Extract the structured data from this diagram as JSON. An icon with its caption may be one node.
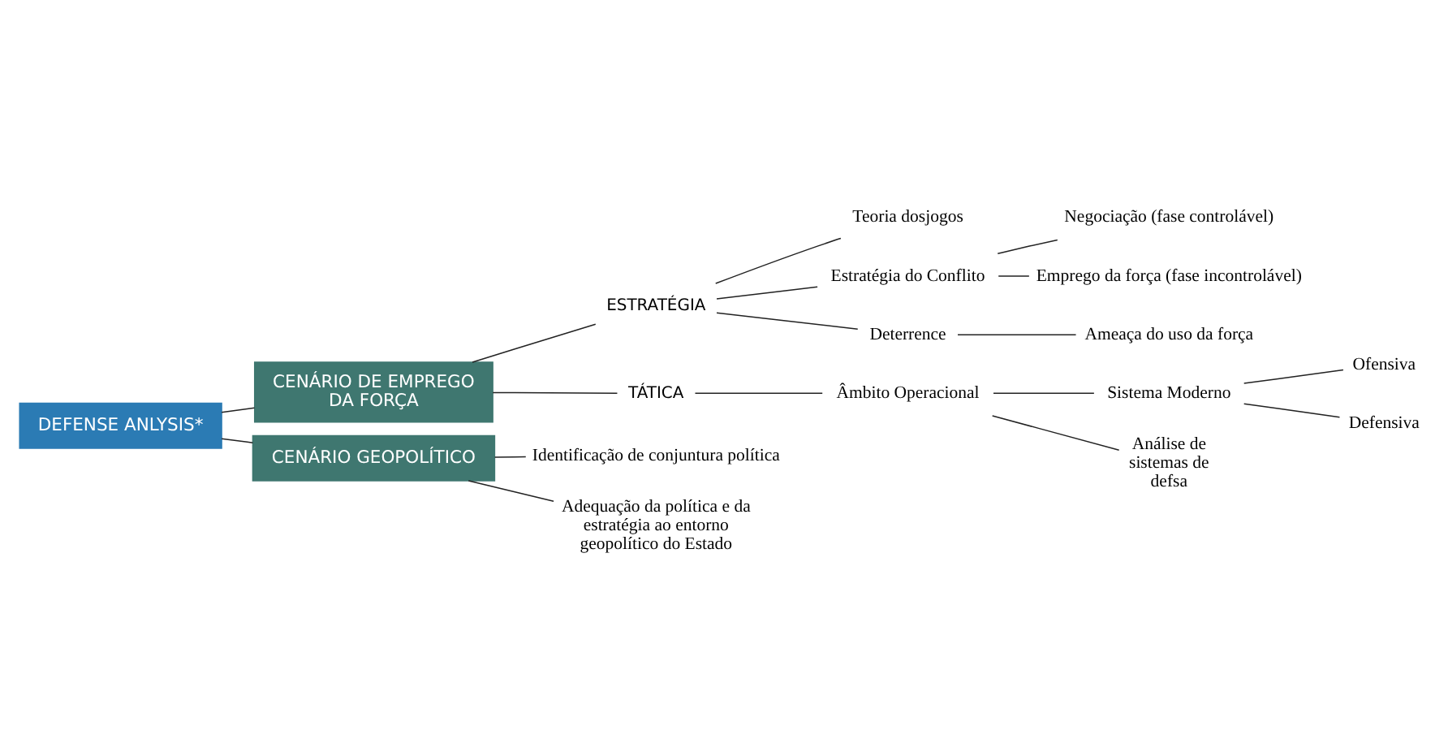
{
  "diagram": {
    "nodes": [
      {
        "text": [
          "DEFENSE ANLYSIS*"
        ]
      },
      {
        "text": [
          "CENÁRIO DE EMPREGO DA FORÇA"
        ]
      },
      {
        "text": [
          "ESTRATÉGIA"
        ]
      },
      {
        "text": [
          "Teoria dosjogos"
        ]
      },
      {
        "text": [
          "Estratégia do Conflito"
        ]
      },
      {
        "text": [
          "Negociação (fase controlável)"
        ]
      },
      {
        "text": [
          "Emprego da força (fase incontrolável)"
        ]
      },
      {
        "text": [
          "Deterrence"
        ]
      },
      {
        "text": [
          "Ameaça do uso da força"
        ]
      },
      {
        "text": [
          "TÁTICA"
        ]
      },
      {
        "text": [
          "Âmbito Operacional"
        ]
      },
      {
        "text": [
          "Sistema Moderno"
        ]
      },
      {
        "text": [
          "Ofensiva"
        ]
      },
      {
        "text": [
          "Defensiva"
        ]
      },
      {
        "text": [
          "Análise de sistemas de defsa"
        ]
      },
      {
        "text": [
          "CENÁRIO GEOPOLÍTICO"
        ]
      },
      {
        "text": [
          "Identificação de conjuntura política"
        ]
      },
      {
        "text": [
          "Adequação da política e da estratégia ao entorno geopolítico do Estado"
        ]
      }
    ],
    "edges": [
      {
        "from": 0,
        "to": 1,
        "arrow": "none"
      },
      {
        "from": 0,
        "to": 15,
        "arrow": "none"
      },
      {
        "from": 1,
        "to": 2,
        "arrow": "none"
      },
      {
        "from": 1,
        "to": 9,
        "arrow": "none"
      },
      {
        "from": 2,
        "to": 3,
        "arrow": "none"
      },
      {
        "from": 2,
        "to": 4,
        "arrow": "none"
      },
      {
        "from": 2,
        "to": 7,
        "arrow": "none"
      },
      {
        "from": 4,
        "to": 5,
        "arrow": "none"
      },
      {
        "from": 4,
        "to": 6,
        "arrow": "none"
      },
      {
        "from": 7,
        "to": 8,
        "arrow": "none"
      },
      {
        "from": 9,
        "to": 10,
        "arrow": "none"
      },
      {
        "from": 10,
        "to": 11,
        "arrow": "none"
      },
      {
        "from": 10,
        "to": 14,
        "arrow": "none"
      },
      {
        "from": 11,
        "to": 12,
        "arrow": "none"
      },
      {
        "from": 11,
        "to": 13,
        "arrow": "none"
      },
      {
        "from": 15,
        "to": 16,
        "arrow": "none"
      },
      {
        "from": 15,
        "to": 17,
        "arrow": "none"
      }
    ]
  }
}
